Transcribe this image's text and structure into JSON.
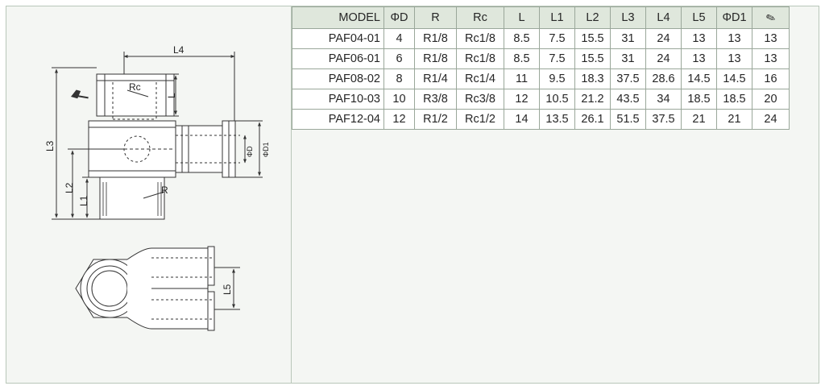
{
  "drawing": {
    "labels": {
      "l4": "L4",
      "rc": "Rc",
      "l": "L",
      "l3": "L3",
      "l2": "L2",
      "l1": "L1",
      "r": "R",
      "phi_d": "ΦD",
      "phi_d1": "ΦD1",
      "l5": "L5"
    }
  },
  "table": {
    "headers": [
      "MODEL",
      "ΦD",
      "R",
      "Rc",
      "L",
      "L1",
      "L2",
      "L3",
      "L4",
      "L5",
      "ΦD1",
      "wrench-icon"
    ],
    "rows": [
      [
        "PAF04-01",
        "4",
        "R1/8",
        "Rc1/8",
        "8.5",
        "7.5",
        "15.5",
        "31",
        "24",
        "13",
        "13",
        "13"
      ],
      [
        "PAF06-01",
        "6",
        "R1/8",
        "Rc1/8",
        "8.5",
        "7.5",
        "15.5",
        "31",
        "24",
        "13",
        "13",
        "13"
      ],
      [
        "PAF08-02",
        "8",
        "R1/4",
        "Rc1/4",
        "11",
        "9.5",
        "18.3",
        "37.5",
        "28.6",
        "14.5",
        "14.5",
        "16"
      ],
      [
        "PAF10-03",
        "10",
        "R3/8",
        "Rc3/8",
        "12",
        "10.5",
        "21.2",
        "43.5",
        "34",
        "18.5",
        "18.5",
        "20"
      ],
      [
        "PAF12-04",
        "12",
        "R1/2",
        "Rc1/2",
        "14",
        "13.5",
        "26.1",
        "51.5",
        "37.5",
        "21",
        "21",
        "24"
      ]
    ]
  },
  "colors": {
    "header_bg": "#dfe7dc",
    "border": "#9aa79a",
    "panel_bg": "#f4f6f3"
  }
}
